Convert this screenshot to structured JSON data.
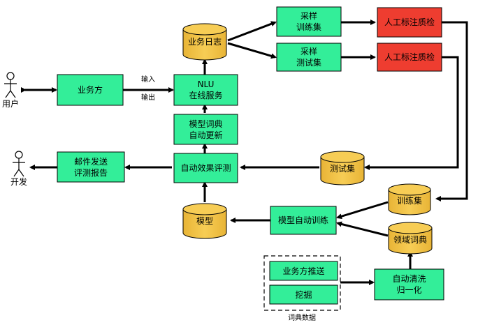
{
  "nodes": {
    "user": "用户",
    "developer": "开发",
    "business": "业务方",
    "input_label": "输入",
    "output_label": "输出",
    "nlu_line1": "NLU",
    "nlu_line2": "在线服务",
    "biz_log": "业务日志",
    "sample_train_line1": "采样",
    "sample_train_line2": "训练集",
    "sample_test_line1": "采样",
    "sample_test_line2": "测试集",
    "qc_1": "人工标注质检",
    "qc_2": "人工标注质检",
    "model_dict_update_line1": "模型词典",
    "model_dict_update_line2": "自动更新",
    "auto_eval": "自动效果评测",
    "email_report_line1": "邮件发送",
    "email_report_line2": "评测报告",
    "test_set": "测试集",
    "train_set": "训练集",
    "model": "模型",
    "auto_train": "模型自动训练",
    "domain_dict": "领域词典",
    "biz_push": "业务方推送",
    "mining": "挖掘",
    "dict_data_label": "词典数据",
    "auto_clean_line1": "自动清洗",
    "auto_clean_line2": "归一化"
  },
  "colors": {
    "process_green": "#33ee99",
    "storage_yellow": "#f5c342",
    "qc_red": "#ee3d30",
    "stroke": "#000000"
  }
}
